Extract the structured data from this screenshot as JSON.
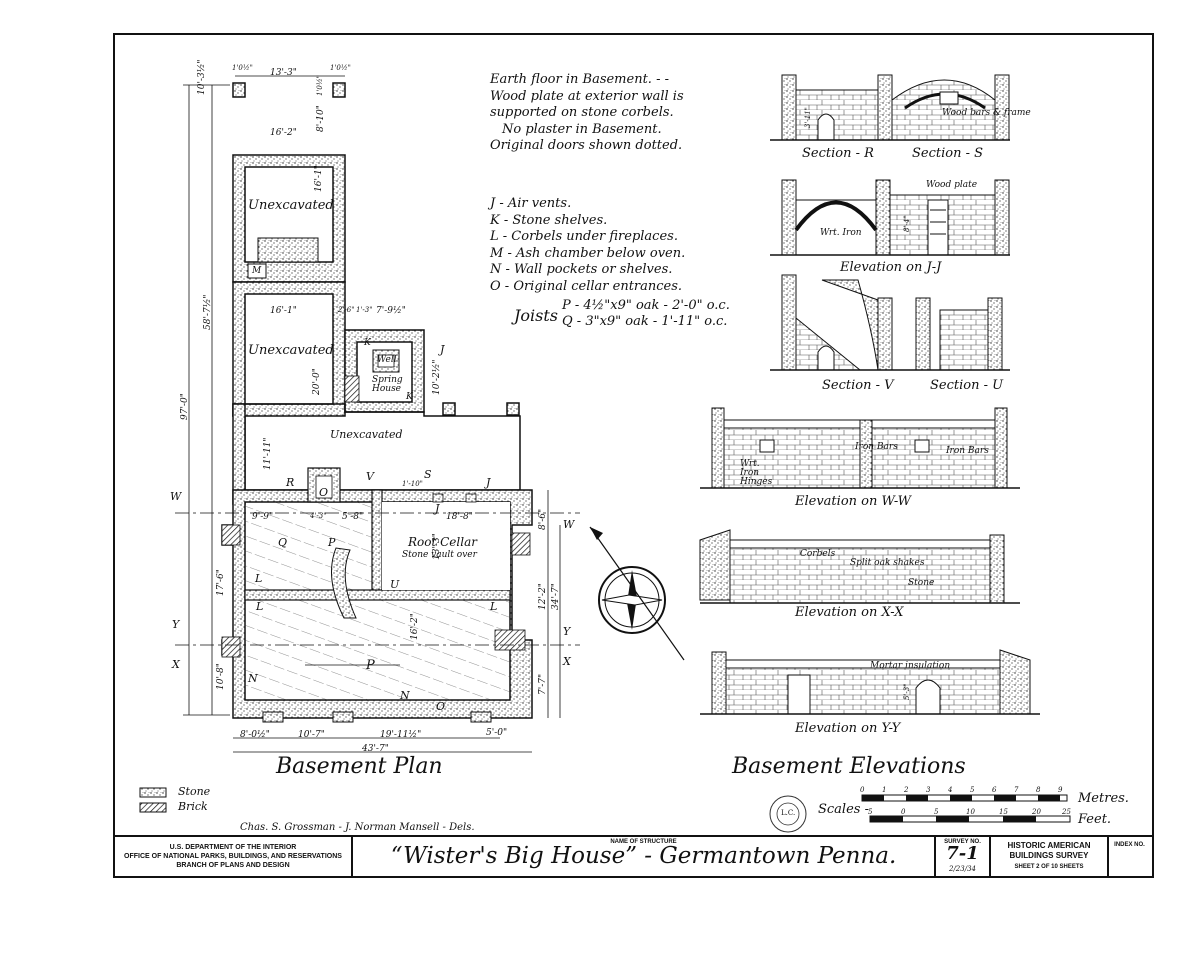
{
  "notes": {
    "general": [
      "Earth floor in Basement. - -",
      "Wood plate at exterior wall is",
      "supported on stone corbels.",
      "No plaster in Basement.",
      "Original doors shown dotted."
    ],
    "legend": [
      "J - Air vents.",
      "K - Stone shelves.",
      "L - Corbels under fireplaces.",
      "M - Ash chamber below oven.",
      "N - Wall pockets or shelves.",
      "O - Original cellar entrances."
    ],
    "joists_label": "Joists",
    "joists": [
      "P - 4½\"x9\" oak - 2'-0\" o.c.",
      "Q - 3\"x9\" oak - 1'-11\" o.c."
    ]
  },
  "plan": {
    "title": "Basement Plan",
    "rooms": {
      "unexcavated_1": "Unexcavated",
      "unexcavated_2": "Unexcavated",
      "unexcavated_3": "Unexcavated",
      "root_cellar": "Root Cellar",
      "root_cellar_sub": "Stone vault over",
      "spring_house": "Spring House",
      "well": "Well"
    },
    "letters": {
      "m": "M",
      "k1": "K",
      "k2": "K",
      "j1": "J",
      "j2": "J",
      "j3": "J",
      "r": "R",
      "o1": "O",
      "o2": "O",
      "v": "V",
      "s": "S",
      "q": "Q",
      "p1": "P",
      "p2": "P",
      "l1": "L",
      "l2": "L",
      "l3": "L",
      "n1": "N",
      "n2": "N",
      "u": "U",
      "w1": "W",
      "w2": "W",
      "y1": "Y",
      "y2": "Y",
      "x1": "X",
      "x2": "X"
    },
    "dims": {
      "top_width": "13'-3\"",
      "top_left": "1'0½\"",
      "top_right": "1'0½\"",
      "w1": "16'-2\"",
      "h_top": "10'-3½\"",
      "h_top2": "8'-10\"",
      "h_top3": "1'0½\"",
      "w2": "16'-1\"",
      "w3": "16'-1\"",
      "spring_a": "2'-6\"",
      "spring_b": "1'-3\"",
      "spring_c": "7'-9½\"",
      "spring_h": "10'-2½\"",
      "unexc_h": "20'-0\"",
      "total_v": "97'-0\"",
      "v58": "58'-7½\"",
      "v11": "11'-11\"",
      "v9": "9'-9\"",
      "v43": "4'-3\"",
      "v58b": "5'-8\"",
      "v17": "17'-6\"",
      "v10": "10'-8\"",
      "v18": "18'-8\"",
      "v13": "13'-3\"",
      "v110": "1'-10\"",
      "v86": "8'-6\"",
      "v122": "12'-2\"",
      "v347": "34'-7\"",
      "v77": "7'-7\"",
      "v16b": "16'-2\"",
      "b1": "8'-0½\"",
      "b2": "10'-7\"",
      "b3": "19'-11½\"",
      "b4": "5'-0\"",
      "total_h": "43'-7\""
    }
  },
  "elevations": {
    "title": "Basement Elevations",
    "captions": {
      "sec_r": "Section - R",
      "sec_s": "Section - S",
      "elev_jj": "Elevation on J-J",
      "sec_v": "Section - V",
      "sec_u": "Section - U",
      "elev_ww": "Elevation on W-W",
      "elev_xx": "Elevation on X-X",
      "elev_yy": "Elevation on Y-Y"
    },
    "annotations": {
      "wood_bars": "Wood bars & frame",
      "wood_plate": "Wood plate",
      "wrt_iron": "Wrt. Iron",
      "wrt_iron_hinges": "Wrt. Iron Hinges",
      "iron_bars_1": "Iron Bars",
      "iron_bars_2": "Iron Bars",
      "corbels": "Corbels",
      "split_oak": "Split oak shakes",
      "stone": "Stone",
      "mortar": "Mortar insulation",
      "dim_311": "3'-11\"",
      "dim_84": "8'-4\"",
      "dim_53": "5'-3\""
    }
  },
  "materials": {
    "stone": "Stone",
    "brick": "Brick"
  },
  "scales": {
    "label": "Scales -",
    "metres_label": "Metres.",
    "feet_label": "Feet.",
    "metres_ticks": [
      "0",
      "1",
      "2",
      "3",
      "4",
      "5",
      "6",
      "7",
      "8",
      "9"
    ],
    "feet_ticks": [
      "5",
      "0",
      "5",
      "10",
      "15",
      "20",
      "25"
    ]
  },
  "stamp": {
    "text": "L.C."
  },
  "credits": "Chas. S. Grossman - J. Norman Mansell - Dels.",
  "title_block": {
    "agency_1": "U.S. DEPARTMENT OF THE INTERIOR",
    "agency_2": "OFFICE OF NATIONAL PARKS, BUILDINGS, AND RESERVATIONS",
    "agency_3": "BRANCH OF PLANS AND DESIGN",
    "name_label": "NAME OF STRUCTURE",
    "structure_name": "“Wister's Big House” - Germantown Penna.",
    "survey_label": "SURVEY NO.",
    "survey_no": "7-1",
    "survey_date": "2/23/34",
    "habs_1": "HISTORIC AMERICAN",
    "habs_2": "BUILDINGS SURVEY",
    "sheet_text": "SHEET 2 OF 10 SHEETS",
    "index_label": "INDEX NO."
  }
}
